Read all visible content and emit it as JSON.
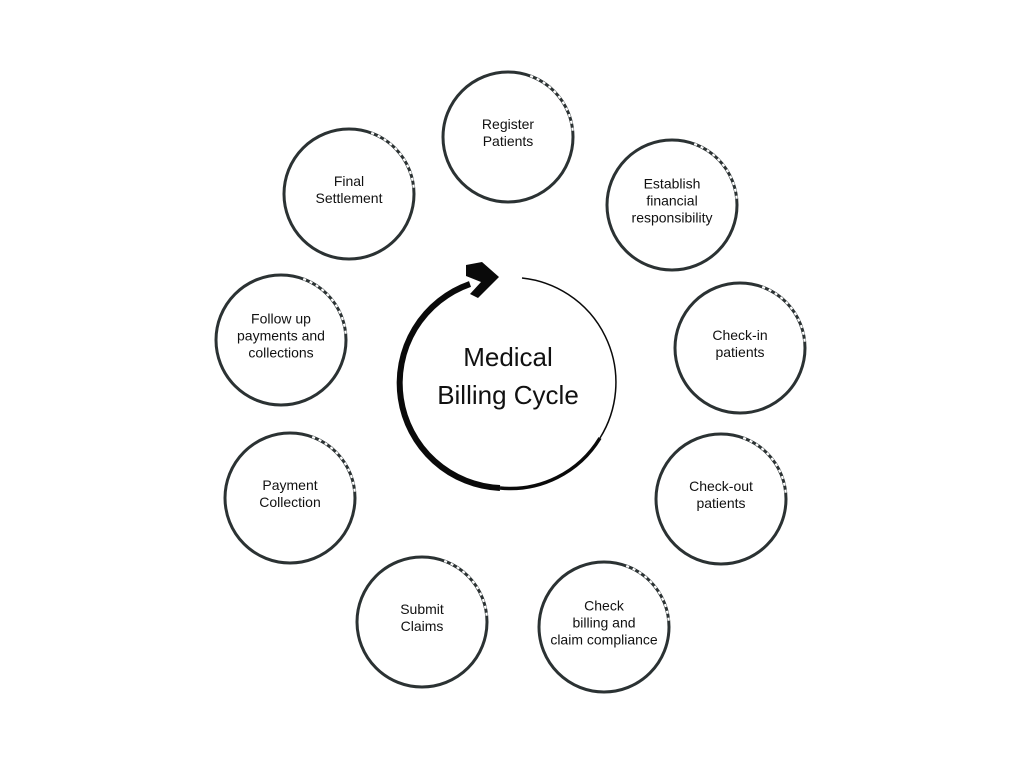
{
  "diagram": {
    "title_lines": [
      "Medical",
      "Billing Cycle"
    ],
    "colors": {
      "node_stroke": "#2b3233",
      "center_stroke": "#0a0a0a",
      "text": "#111111",
      "background": "#ffffff"
    },
    "center_icon": "circular-arrow-icon",
    "steps": [
      {
        "order": 1,
        "label": "Register\nPatients"
      },
      {
        "order": 2,
        "label": "Establish\nfinancial\nresponsibility"
      },
      {
        "order": 3,
        "label": "Check-in\npatients"
      },
      {
        "order": 4,
        "label": "Check-out\npatients"
      },
      {
        "order": 5,
        "label": "Check\nbilling and\nclaim compliance"
      },
      {
        "order": 6,
        "label": "Submit\nClaims"
      },
      {
        "order": 7,
        "label": "Payment\nCollection"
      },
      {
        "order": 8,
        "label": "Follow up\npayments and\ncollections"
      },
      {
        "order": 9,
        "label": "Final\nSettlement"
      }
    ]
  }
}
